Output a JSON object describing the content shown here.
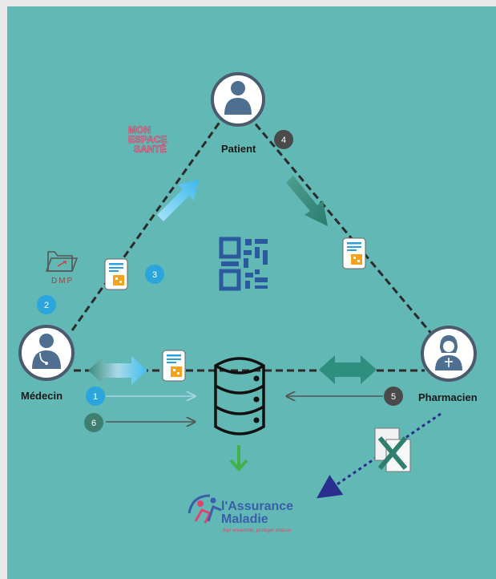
{
  "nodes": {
    "patient": "Patient",
    "medecin": "Médecin",
    "pharmacien": "Pharmacien"
  },
  "steps": {
    "s1": "1",
    "s2": "2",
    "s3": "3",
    "s4": "4",
    "s5": "5",
    "s6": "6"
  },
  "logos": {
    "mon_espace_sante": {
      "line1": "MON",
      "line2": "ESPACE",
      "line3": "SANTÉ"
    },
    "dmp": "DMP",
    "assurance_maladie": {
      "line1": "l'Assurance",
      "line2": "Maladie",
      "tagline": "Agir ensemble, protéger chacun"
    }
  },
  "colors": {
    "background": "#62b8b4",
    "step_blue": "#2aa6dd",
    "step_dark": "#4a4a4a",
    "step_green": "#3f7f6f",
    "arrow_light_blue": "#4fc3f1",
    "arrow_teal": "#2f8f7e",
    "assurance_blue": "#3a5fa8",
    "assurance_pink": "#e0446d"
  },
  "icons": [
    "user-icon",
    "doctor-icon",
    "pharmacist-icon",
    "prescription-icon",
    "qr-code-icon",
    "database-icon",
    "folder-icon",
    "crossed-document-icon"
  ]
}
